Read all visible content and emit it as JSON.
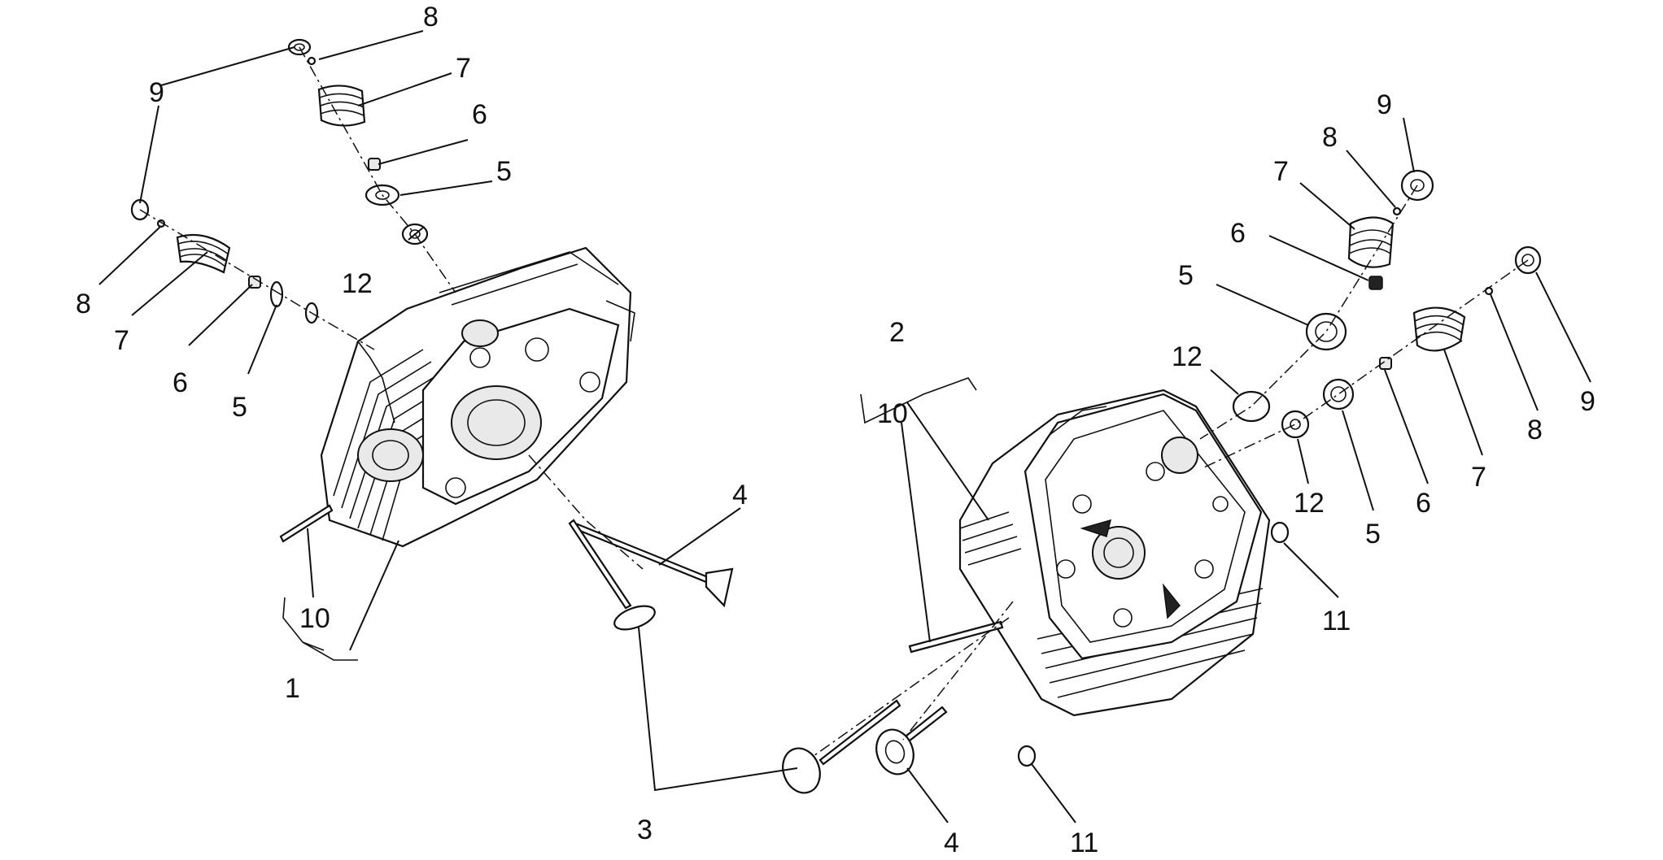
{
  "callouts": [
    {
      "id": "c8a",
      "text": "8"
    },
    {
      "id": "c7a",
      "text": "7"
    },
    {
      "id": "c9a",
      "text": "9"
    },
    {
      "id": "c6a",
      "text": "6"
    },
    {
      "id": "c5a",
      "text": "5"
    },
    {
      "id": "c12a",
      "text": "12"
    },
    {
      "id": "c8b",
      "text": "8"
    },
    {
      "id": "c7b",
      "text": "7"
    },
    {
      "id": "c6b",
      "text": "6"
    },
    {
      "id": "c5b",
      "text": "5"
    },
    {
      "id": "c10a",
      "text": "10"
    },
    {
      "id": "c1",
      "text": "1"
    },
    {
      "id": "c4a",
      "text": "4"
    },
    {
      "id": "c3",
      "text": "3"
    },
    {
      "id": "c4b",
      "text": "4"
    },
    {
      "id": "c11a",
      "text": "11"
    },
    {
      "id": "c2",
      "text": "2"
    },
    {
      "id": "c10b",
      "text": "10"
    },
    {
      "id": "c9b",
      "text": "9"
    },
    {
      "id": "c8c",
      "text": "8"
    },
    {
      "id": "c7c",
      "text": "7"
    },
    {
      "id": "c6c",
      "text": "6"
    },
    {
      "id": "c5c",
      "text": "5"
    },
    {
      "id": "c12b",
      "text": "12"
    },
    {
      "id": "c12c",
      "text": "12"
    },
    {
      "id": "c5d",
      "text": "5"
    },
    {
      "id": "c6d",
      "text": "6"
    },
    {
      "id": "c7d",
      "text": "7"
    },
    {
      "id": "c8d",
      "text": "8"
    },
    {
      "id": "c9c",
      "text": "9"
    },
    {
      "id": "c11b",
      "text": "11"
    }
  ],
  "icons": [
    "cylinder-head-icon",
    "valve-icon",
    "valve-spring-icon",
    "spring-cap-icon",
    "valve-cotter-icon",
    "valve-seal-icon",
    "stud-icon",
    "dowel-icon"
  ]
}
